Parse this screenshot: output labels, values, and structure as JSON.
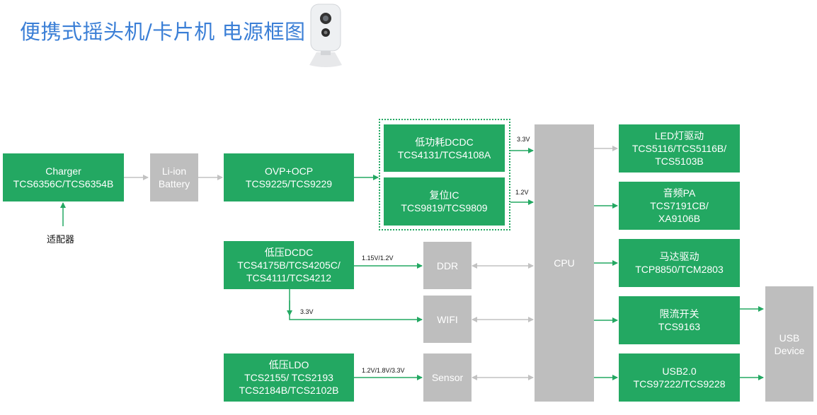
{
  "title": "便携式摇头机/卡片机 电源框图",
  "blocks": {
    "charger": [
      "Charger",
      "TCS6356C/TCS6354B"
    ],
    "battery": [
      "Li-ion",
      "Battery"
    ],
    "ovp": [
      "OVP+OCP",
      "TCS9225/TCS9229"
    ],
    "dcdc_low_power": [
      "低功耗DCDC",
      "TCS4131/TCS4108A"
    ],
    "reset_ic": [
      "复位IC",
      "TCS9819/TCS9809"
    ],
    "dcdc_low_voltage": [
      "低压DCDC",
      "TCS4175B/TCS4205C/",
      "TCS4111/TCS4212"
    ],
    "ldo": [
      "低压LDO",
      "TCS2155/ TCS2193",
      "TCS2184B/TCS2102B"
    ],
    "ddr": "DDR",
    "wifi": "WIFI",
    "sensor": "Sensor",
    "cpu": "CPU",
    "led": [
      "LED灯驱动",
      "TCS5116/TCS5116B/",
      "TCS5103B"
    ],
    "pa": [
      "音频PA",
      "TCS7191CB/",
      "XA9106B"
    ],
    "motor": [
      "马达驱动",
      "TCP8850/TCM2803"
    ],
    "limit_switch": [
      "限流开关",
      "TCS9163"
    ],
    "usb20": [
      "USB2.0",
      "TCS97222/TCS9228"
    ],
    "usb_device": [
      "USB",
      "Device"
    ]
  },
  "labels": {
    "adapter": "适配器",
    "v33_top": "3.3V",
    "v12_top": "1.2V",
    "v_ddr": "1.15V/1.2V",
    "v33_wifi": "3.3V",
    "v_sensor": "1.2V/1.8V/3.3V"
  },
  "colors": {
    "green": "#23a862",
    "grey": "#bebebe",
    "title": "#3b7fd6"
  }
}
